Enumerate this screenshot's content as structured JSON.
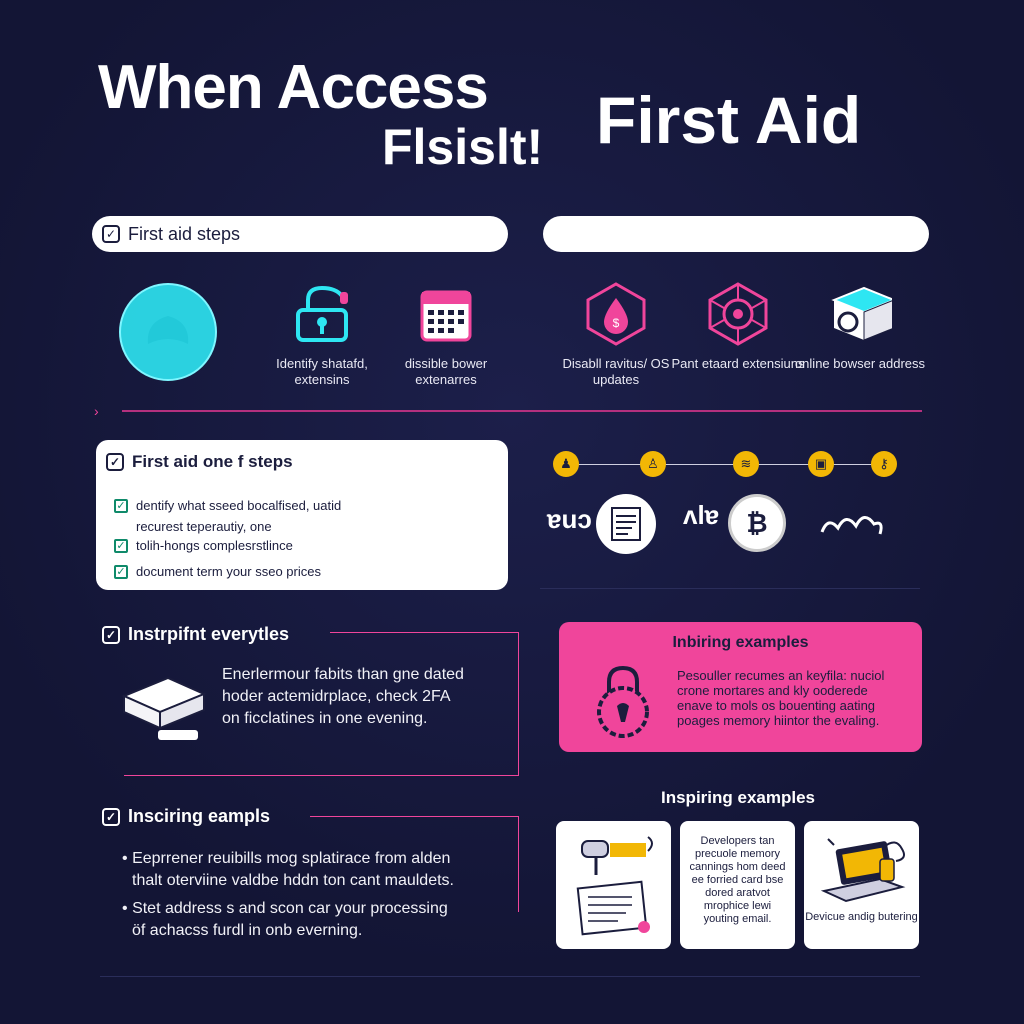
{
  "title": {
    "line1": "When Access",
    "line2": "Flsislt!",
    "right": "First Aid"
  },
  "pills": {
    "left_label": "First aid steps",
    "right_label": ""
  },
  "icons": [
    {
      "name": "cyan-blob-icon",
      "caption": ""
    },
    {
      "name": "lock-device-icon",
      "caption": "Identify shatafd, extensins"
    },
    {
      "name": "calendar-icon",
      "caption": "dissible bower extenarres"
    },
    {
      "name": "hexagon-drop-icon",
      "caption": "Disabll ravitus/ OS updates"
    },
    {
      "name": "hexagon-gear-icon",
      "caption": "Pant etaard extensiuns"
    },
    {
      "name": "hard-drive-icon",
      "caption": "online bowser address"
    }
  ],
  "steps_card": {
    "title": "First aid one f steps",
    "items": [
      "dentify what sseed bocalfised, uatid",
      "recurest teperautiy, one",
      "tolih-hongs complesrstlince",
      "document term your sseo prices"
    ]
  },
  "timeline": {
    "left_glyph": "ɐuɔ",
    "mid_glyph": "ʌlɐ"
  },
  "section_instr": {
    "title": "Instrpifnt everytles",
    "body": [
      "Enerlermour fabits than gne dated",
      "hoder actemidrplace, check 2FA",
      "on ficclatines in one evening."
    ]
  },
  "section_inspiring": {
    "title": "Insciring eampls",
    "bullets": [
      [
        "Eeprrener reuibills mog splatirace from alden",
        "thalt oterviine valdbe hddn ton cant mauldets."
      ],
      [
        "Stet address s and scon car your processing",
        "öf achacss furdl in onb everning."
      ]
    ]
  },
  "pink_card": {
    "title": "Inbiring examples",
    "body": [
      "Pesouller recumes an keyfila: nuciol",
      "crone mortares and kly ooderede",
      "enave to mols os bouenting aating",
      "poages memory hiintor the evaling."
    ]
  },
  "inspiring_examples": {
    "title": "Inspiring examples",
    "cards": [
      {
        "text": ""
      },
      {
        "text": "Developers tan precuole memory cannings hom deed ee forried card bse dored aratvot mrophice lewi youting email."
      },
      {
        "text": "Devicue andig butering"
      }
    ]
  },
  "colors": {
    "background": "#15173a",
    "accent_pink": "#f0459b",
    "accent_cyan": "#2ee6f2",
    "accent_yellow": "#f2b705",
    "check_green": "#0f8a6a"
  }
}
